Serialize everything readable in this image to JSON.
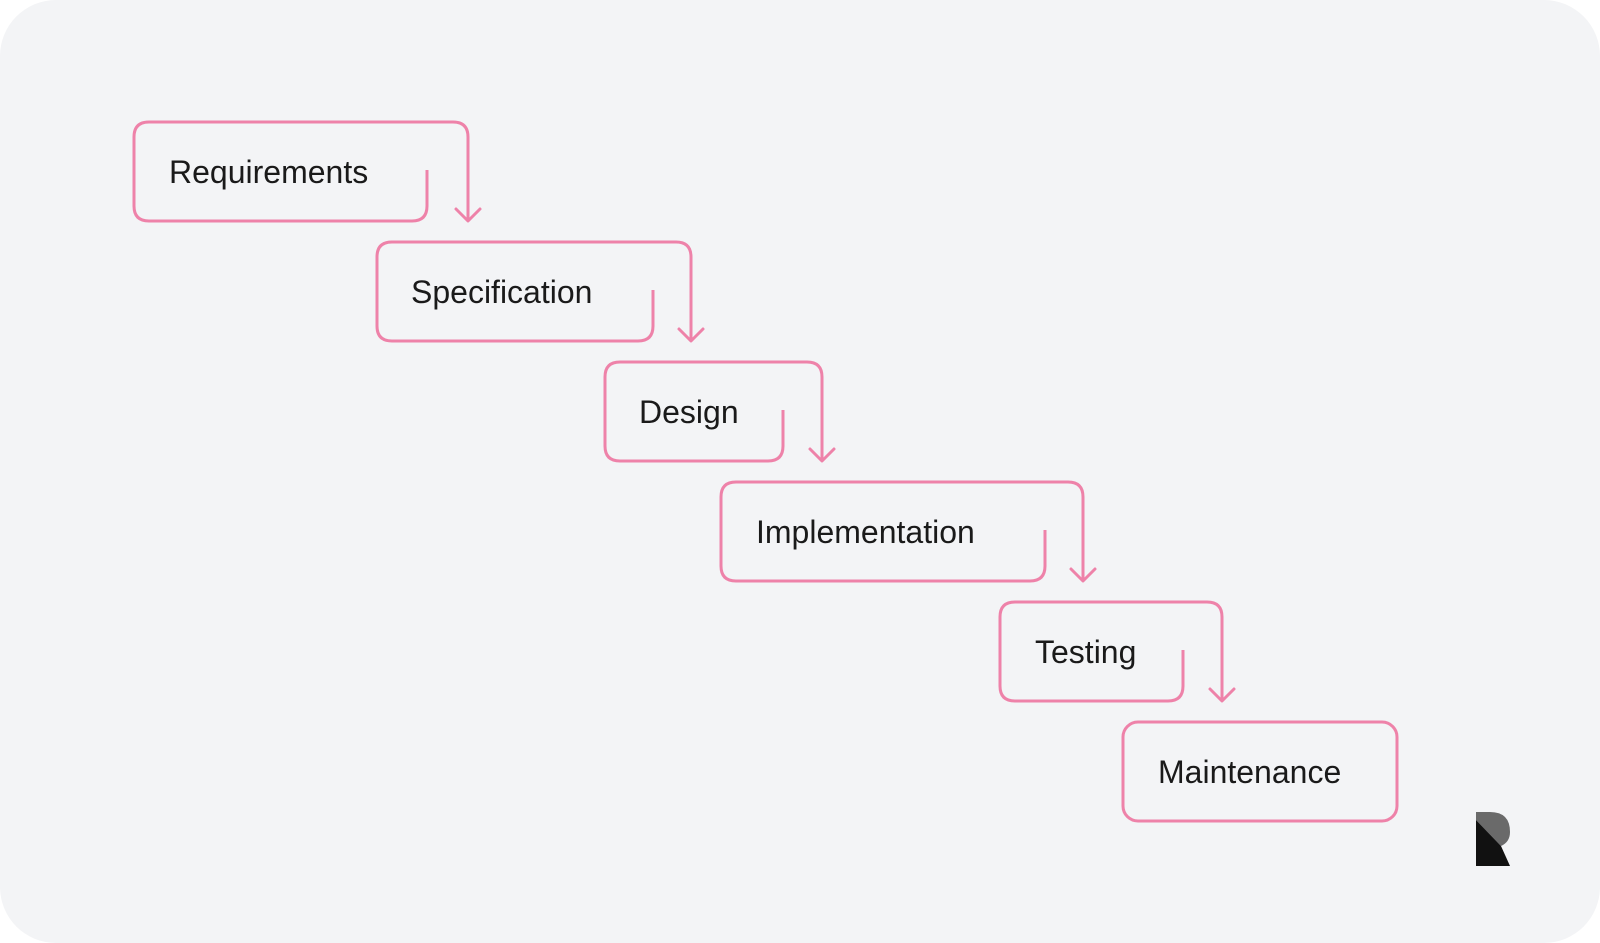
{
  "diagram": {
    "stages": [
      {
        "id": "requirements",
        "label": "Requirements"
      },
      {
        "id": "specification",
        "label": "Specification"
      },
      {
        "id": "design",
        "label": "Design"
      },
      {
        "id": "implementation",
        "label": "Implementation"
      },
      {
        "id": "testing",
        "label": "Testing"
      },
      {
        "id": "maintenance",
        "label": "Maintenance"
      }
    ],
    "flow": [
      {
        "from": "requirements",
        "to": "specification"
      },
      {
        "from": "specification",
        "to": "design"
      },
      {
        "from": "design",
        "to": "implementation"
      },
      {
        "from": "implementation",
        "to": "testing"
      },
      {
        "from": "testing",
        "to": "maintenance"
      }
    ],
    "accent_color": "#ee82a9",
    "text_color": "#1a1a1a",
    "background_color": "#f3f4f6"
  },
  "brand": {
    "logo_icon": "r-logo-icon"
  }
}
